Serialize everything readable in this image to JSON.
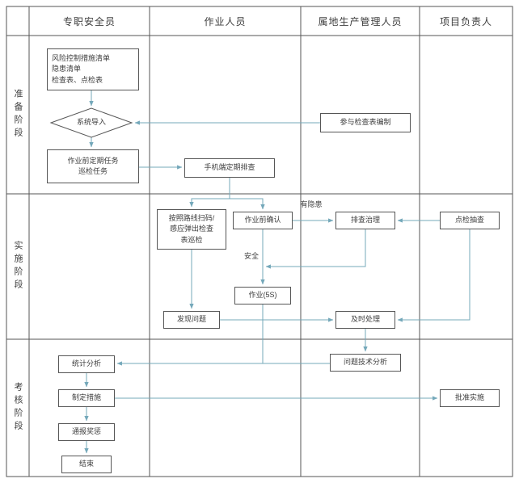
{
  "header": {
    "lane1": "专职安全员",
    "lane2": "作业人员",
    "lane3": "属地生产管理人员",
    "lane4": "项目负责人"
  },
  "phases": {
    "prepare": "准备阶段",
    "implement": "实施阶段",
    "assess": "考核阶段"
  },
  "nodes": {
    "doc_list": "风险控制措施清单\n隐患清单\n检查表、点检表",
    "system_import": "系统导入",
    "join_checklist": "参与检查表编制",
    "pre_task": "作业前定期任务\n巡检任务",
    "mobile_check": "手机端定期排查",
    "route_scan": "按照路线扫码/\n感应弹出检查\n表巡检",
    "pre_confirm": "作业前确认",
    "hazard_treat": "排查治理",
    "spot_check": "点检抽查",
    "work_5s": "作业(5S)",
    "find_problem": "发现问题",
    "timely_handle": "及时处理",
    "stat_analysis": "统计分析",
    "problem_analysis": "问题技术分析",
    "make_measures": "制定措施",
    "approve": "批准实施",
    "notify_reward": "通报奖惩",
    "end": "结束"
  },
  "edge_labels": {
    "has_hazard": "有隐患",
    "safe": "安全"
  },
  "colors": {
    "arrow": "#74a8ba",
    "border": "#565656",
    "text": "#3d3d3d"
  }
}
